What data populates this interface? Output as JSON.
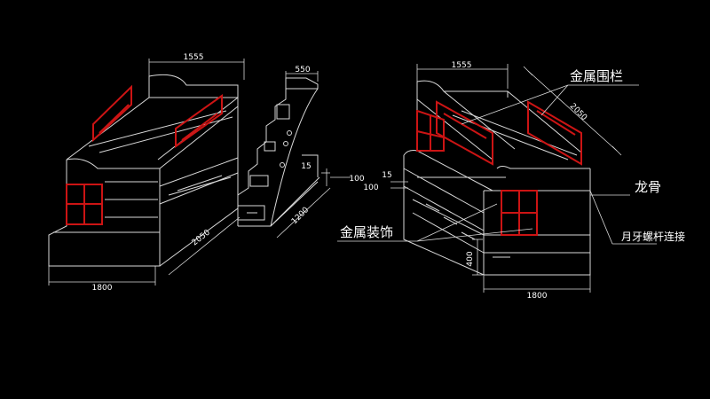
{
  "colors": {
    "background": "#000000",
    "line": "#d8d8d8",
    "accent": "#cc1414"
  },
  "left_view": {
    "dims": {
      "top_width": "1555",
      "stair_width": "550",
      "length": "2050",
      "bottom_width": "1800",
      "stair_depth": "1200",
      "step_a": "15",
      "step_b": "100"
    }
  },
  "right_view": {
    "dims": {
      "top_width": "1555",
      "length": "2050",
      "side_a": "15",
      "side_b": "100",
      "drawer_height": "400",
      "bottom_width": "1800"
    },
    "labels": {
      "rail": "金属围栏",
      "keel": "龙骨",
      "decoration": "金属装饰",
      "connector": "月牙螺杆连接"
    }
  }
}
